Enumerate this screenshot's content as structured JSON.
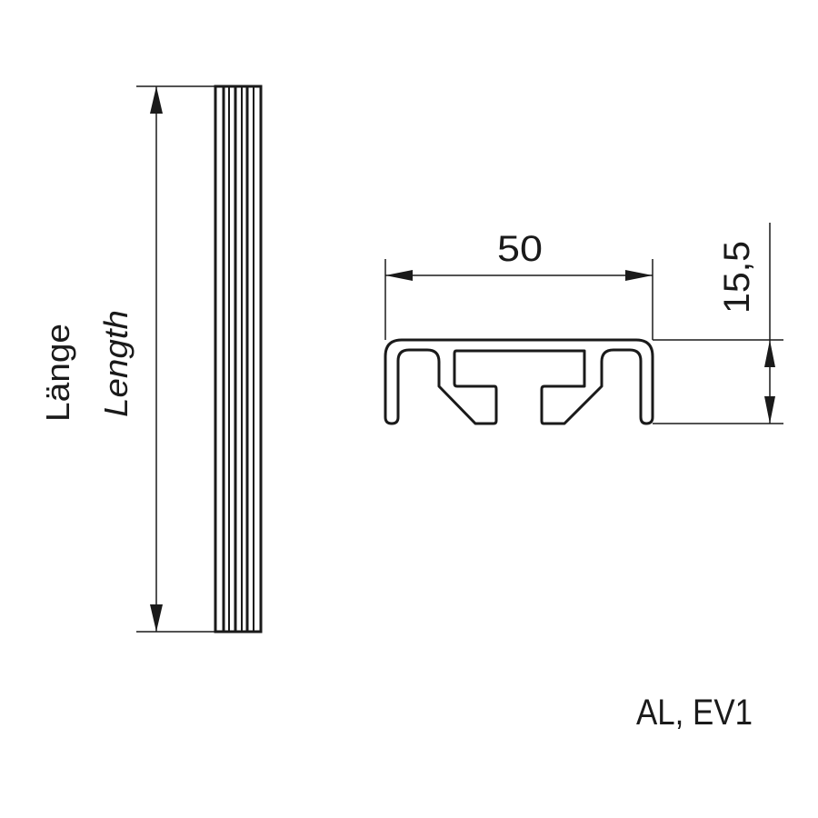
{
  "drawing": {
    "length_label_de": "Länge",
    "length_label_en": "Length",
    "width_dimension": "50",
    "height_dimension": "15,5",
    "material_note": "AL, EV1",
    "line_color": "#1a1a1a"
  }
}
